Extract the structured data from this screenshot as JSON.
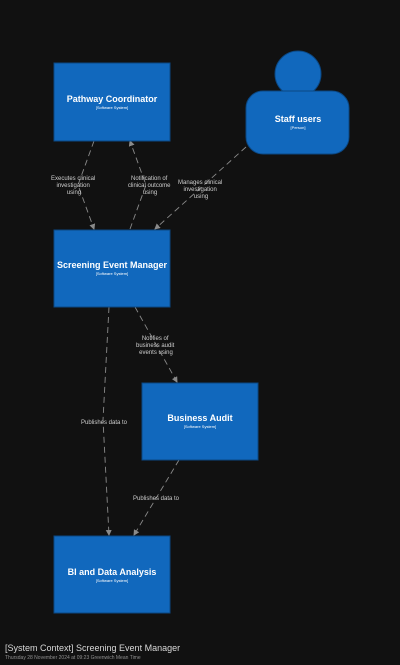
{
  "diagram": {
    "nodes": {
      "pathway_coordinator": {
        "title": "Pathway Coordinator",
        "type": "[Software System]"
      },
      "staff_users": {
        "title": "Staff users",
        "type": "[Person]"
      },
      "screening_event_manager": {
        "title": "Screening Event Manager",
        "type": "[Software System]"
      },
      "business_audit": {
        "title": "Business Audit",
        "type": "[Software System]"
      },
      "bi_data_analysis": {
        "title": "BI and Data Analysis",
        "type": "[Software System]"
      }
    },
    "edges": {
      "pc_to_sem": [
        "Executes clinical",
        "investigation",
        "using"
      ],
      "sem_to_pc": [
        "Notification of",
        "clinical outcome",
        "using"
      ],
      "staff_to_sem": [
        "Manages clinical",
        "investigation",
        "using"
      ],
      "sem_to_audit": [
        "Notifies of",
        "business audit",
        "events using"
      ],
      "sem_to_bi": [
        "Publishes data to"
      ],
      "audit_to_bi": [
        "Publishes data to"
      ]
    },
    "colors": {
      "background": "#111111",
      "node_fill": "#1168bd",
      "node_stroke": "#0b4884",
      "edge": "#8a8a8a"
    }
  },
  "footer": {
    "title": "[System Context] Screening Event Manager",
    "date": "Thursday 28 November 2024 at 09:23 Greenwich Mean Time"
  }
}
